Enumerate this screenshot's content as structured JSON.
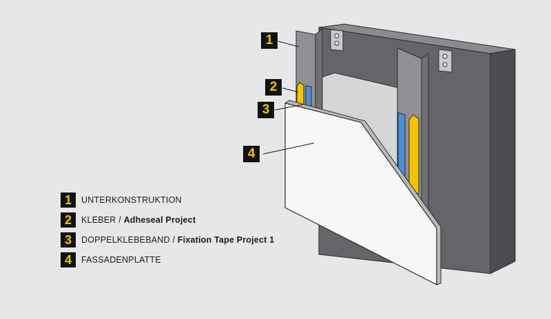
{
  "callouts": [
    "1",
    "2",
    "3",
    "4"
  ],
  "legend": [
    {
      "num": "1",
      "text": "UNTERKONSTRUKTION",
      "product": ""
    },
    {
      "num": "2",
      "text": "KLEBER / ",
      "product": "Adheseal Project"
    },
    {
      "num": "3",
      "text": "DOPPELKLEBEBAND / ",
      "product": "Fixation Tape Project 1"
    },
    {
      "num": "4",
      "text": "FASSADENPLATTE",
      "product": ""
    }
  ],
  "colors": {
    "background": "#e6e7e9",
    "badge_bg": "#121212",
    "badge_text": "#f5c400",
    "adhesive": "#f5c400",
    "tape": "#4d8fd4",
    "wall": "#5f6063",
    "profile": "#8a8b8e",
    "panel": "#f7f7f7"
  }
}
